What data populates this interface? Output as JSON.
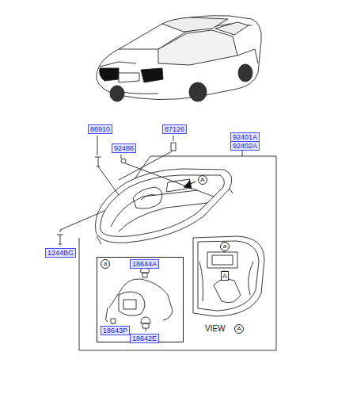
{
  "diagram": {
    "nodes": [
      {
        "text": [
          "86910"
        ]
      },
      {
        "text": [
          "92486"
        ]
      },
      {
        "text": [
          "87126"
        ]
      },
      {
        "text": [
          "92401A"
        ]
      },
      {
        "text": [
          "92402A"
        ]
      },
      {
        "text": [
          "1244BG"
        ]
      },
      {
        "text": [
          "a"
        ]
      },
      {
        "text": [
          "18644A"
        ],
        "in": 6
      },
      {
        "text": [
          "18643P"
        ],
        "in": 6
      },
      {
        "text": [
          "18642E"
        ],
        "in": 6
      }
    ],
    "labels": [
      "A",
      "a",
      "A",
      "VIEW",
      "A"
    ]
  }
}
